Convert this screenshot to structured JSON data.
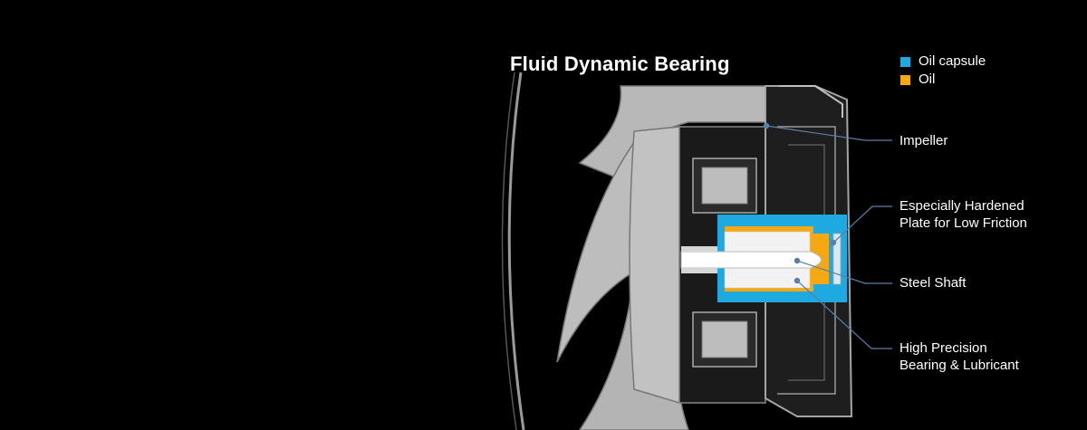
{
  "title": "Fluid Dynamic Bearing",
  "legend": [
    {
      "label": "Oil capsule",
      "color": "#1fa9e1"
    },
    {
      "label": "Oil",
      "color": "#f5a813"
    }
  ],
  "callouts": {
    "impeller": {
      "lines": [
        "Impeller"
      ]
    },
    "plate": {
      "lines": [
        "Especially Hardened",
        "Plate for Low Friction"
      ]
    },
    "shaft": {
      "lines": [
        "Steel Shaft"
      ]
    },
    "bearing": {
      "lines": [
        "High Precision",
        "Bearing & Lubricant"
      ]
    }
  },
  "colors": {
    "background": "#000000",
    "housing": "#b5b5b5",
    "housing_stroke": "#6f6f6f",
    "leader": "#5a7fa8",
    "oil_capsule": "#1fa9e1",
    "oil": "#f5a813"
  }
}
